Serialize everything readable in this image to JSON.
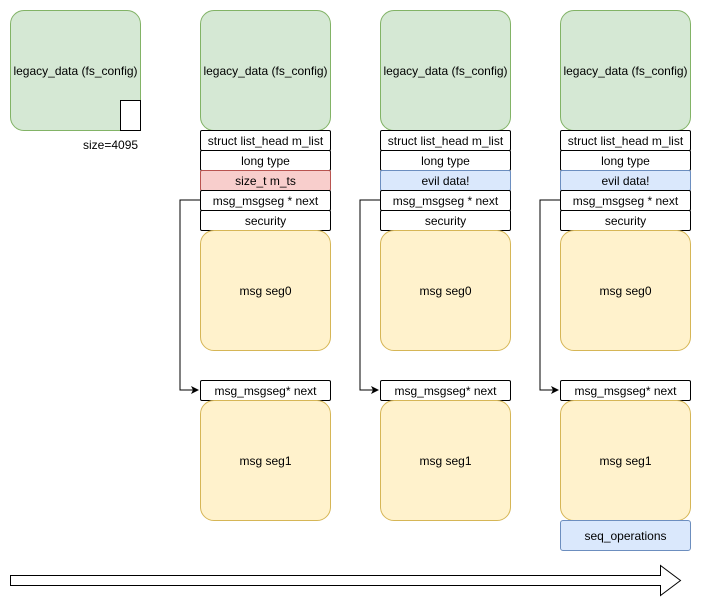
{
  "diagram": {
    "legacy_label": "legacy_data (fs_config)",
    "size_label": "size=4095",
    "fields": {
      "m_list": "struct list_head m_list",
      "m_type": "long type",
      "m_ts": "size_t m_ts",
      "evil": "evil data!",
      "next": "msg_msgseg * next",
      "security": "security",
      "seg0": "msg seg0",
      "seg_next": "msg_msgseg* next",
      "seg1": "msg seg1",
      "seq_operations": "seq_operations"
    },
    "colors": {
      "legacy_fill": "#d5e8d4",
      "legacy_stroke": "#82b366",
      "segment_fill": "#fff2cc",
      "segment_stroke": "#d6b656",
      "size_field_fill": "#f8cecc",
      "evil_fill": "#dae8fc"
    }
  }
}
